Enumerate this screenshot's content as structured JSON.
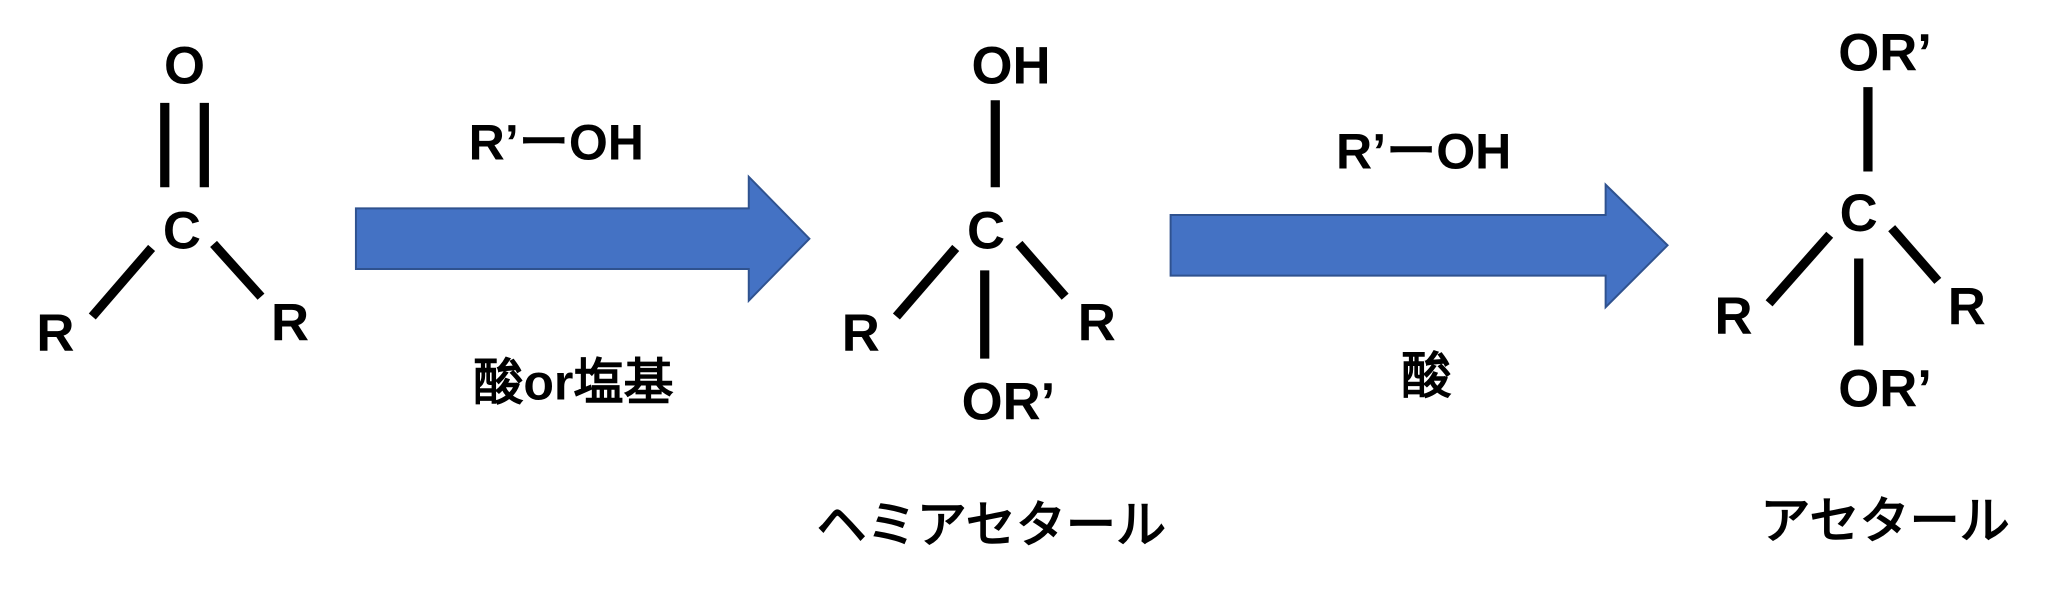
{
  "colors": {
    "arrow_fill": "#4472C4",
    "arrow_stroke": "#2F528F"
  },
  "ketone": {
    "o": "O",
    "c": "C",
    "r_left": "R",
    "r_right": "R"
  },
  "step1": {
    "reagent": "R’ーOH",
    "condition": "酸or塩基"
  },
  "hemiacetal": {
    "oh": "OH",
    "c": "C",
    "r_left": "R",
    "r_right": "R",
    "or": "OR’",
    "name": "ヘミアセタール"
  },
  "step2": {
    "reagent": "R’ーOH",
    "condition": "酸"
  },
  "acetal": {
    "or_top": "OR’",
    "c": "C",
    "r_left": "R",
    "r_right": "R",
    "or_bottom": "OR’",
    "name": "アセタール"
  }
}
